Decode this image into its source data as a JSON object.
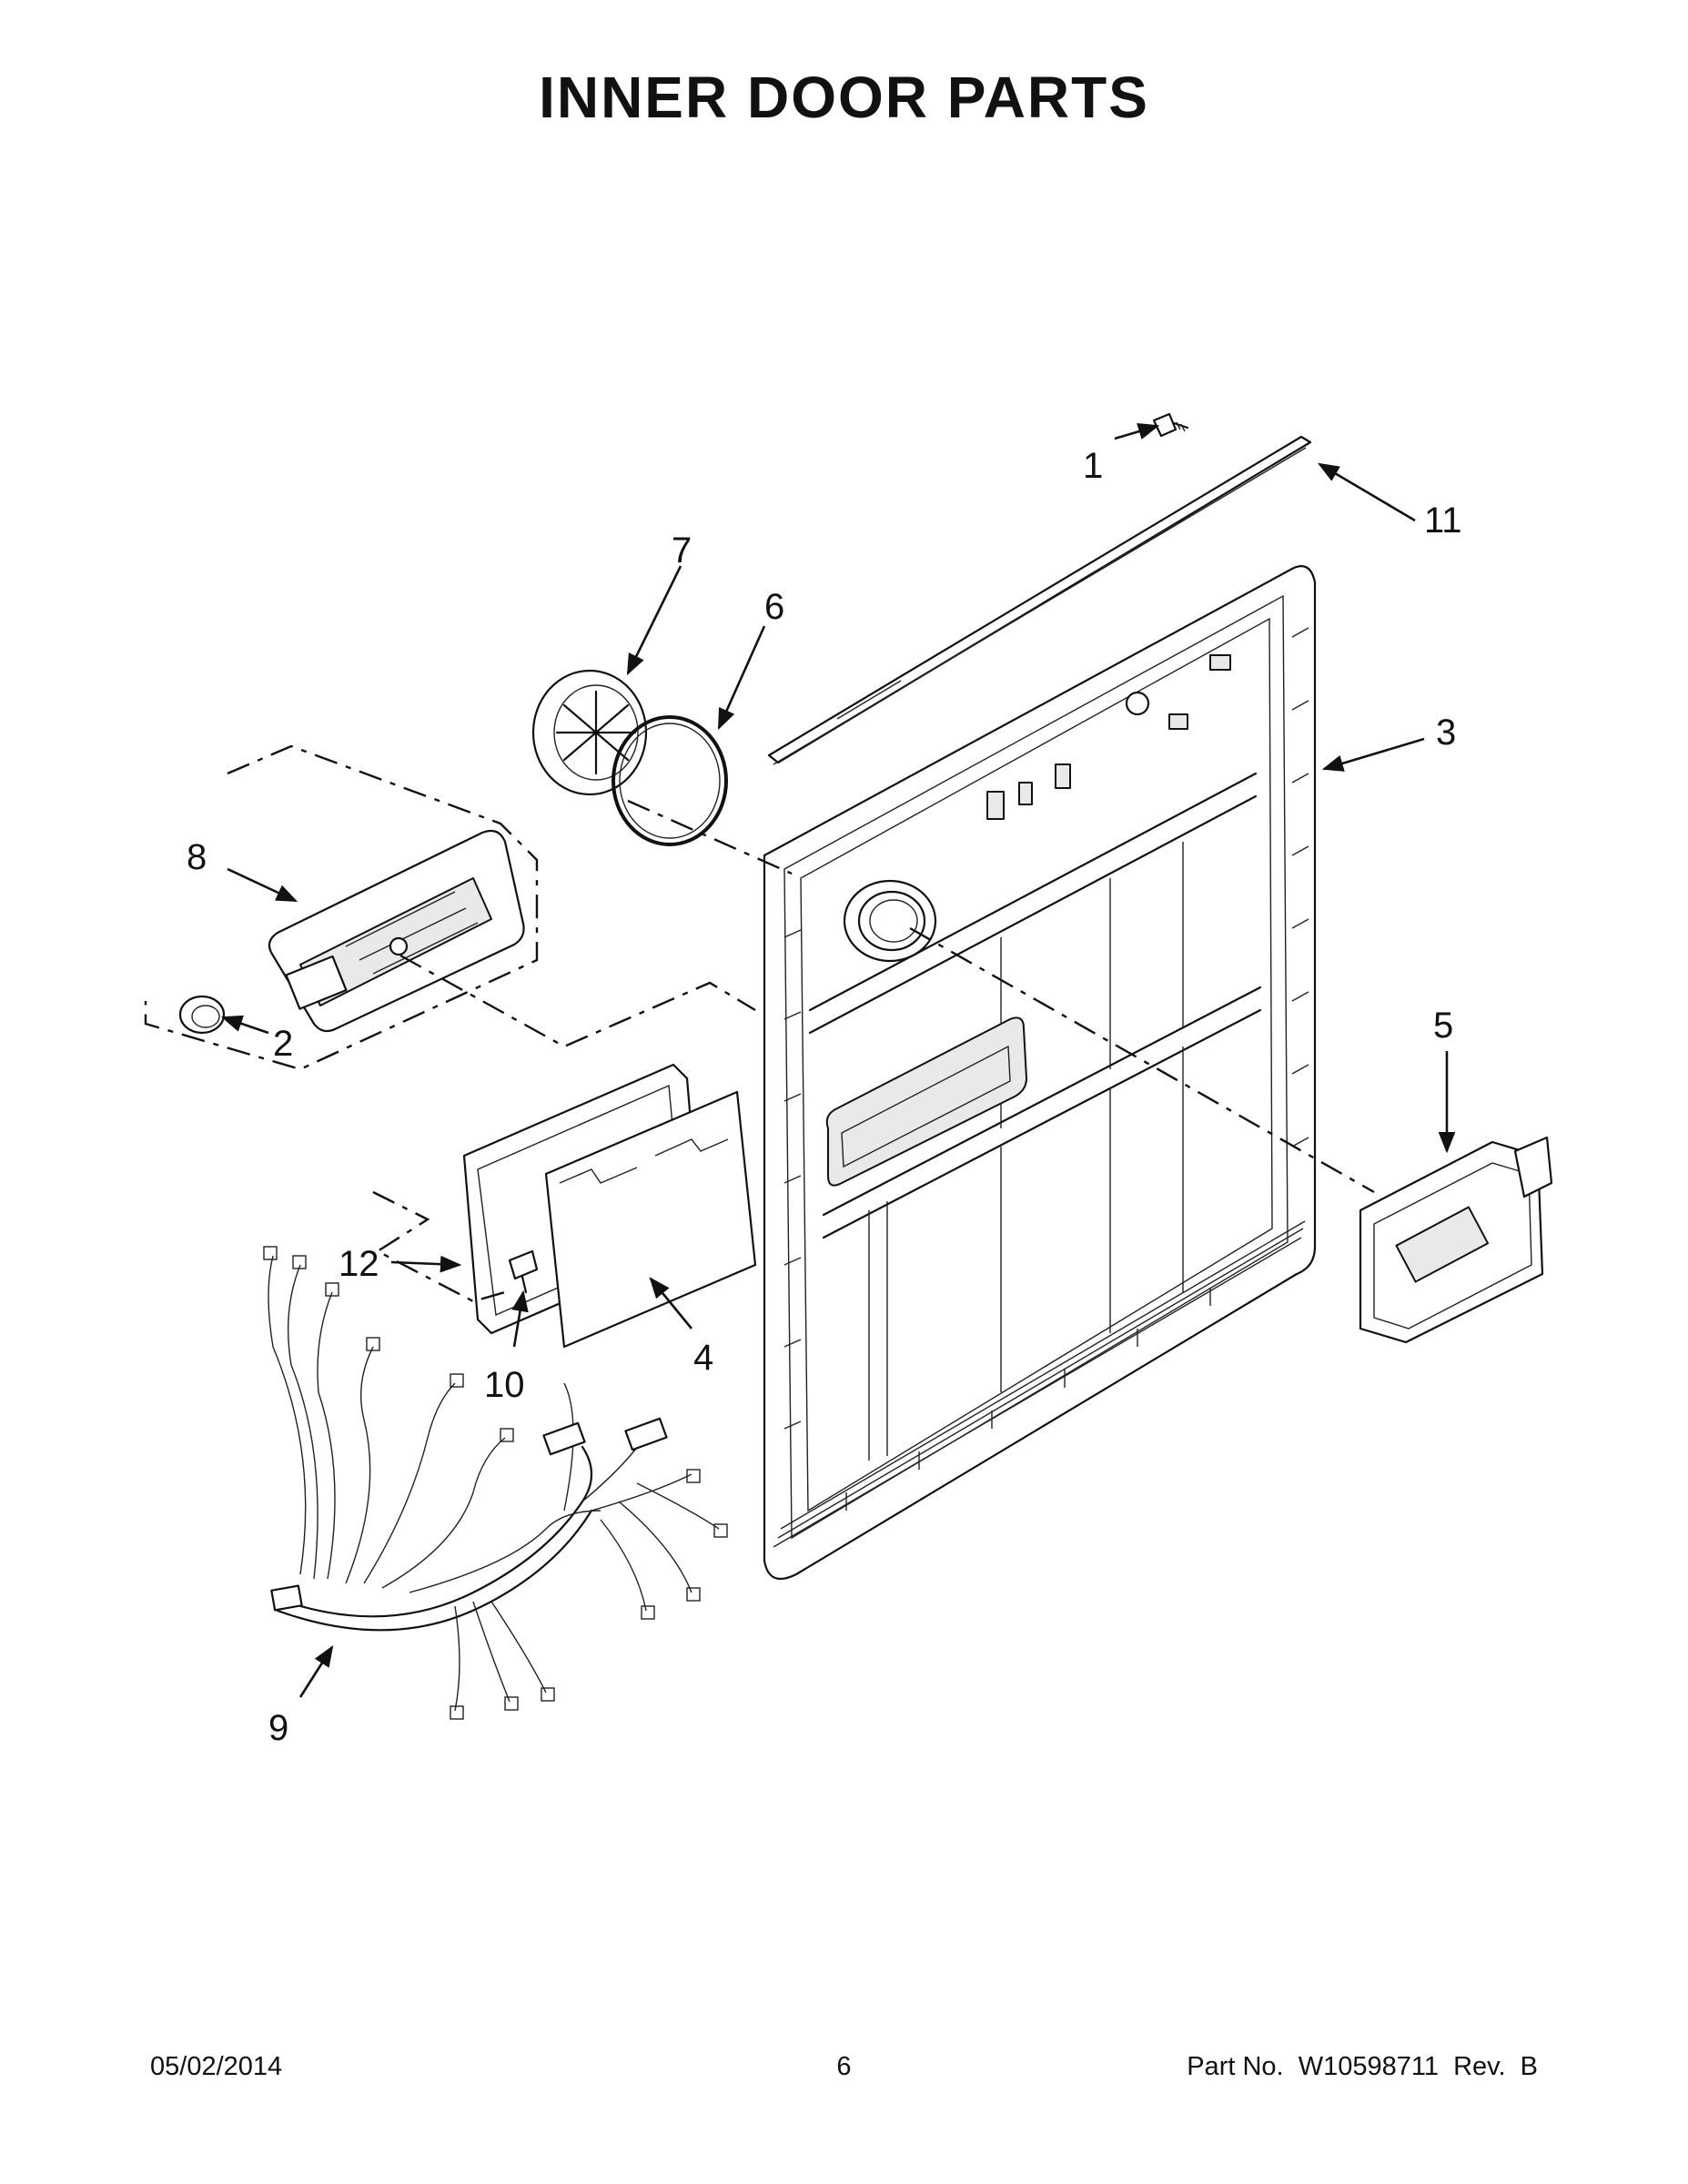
{
  "title": "INNER DOOR PARTS",
  "callouts": {
    "c1": "1",
    "c2": "2",
    "c3": "3",
    "c4": "4",
    "c5": "5",
    "c6": "6",
    "c7": "7",
    "c8": "8",
    "c9": "9",
    "c10": "10",
    "c11": "11",
    "c12": "12"
  },
  "footer": {
    "date": "05/02/2014",
    "page": "6",
    "part_label": "Part No.  W10598711  Rev.  B"
  }
}
